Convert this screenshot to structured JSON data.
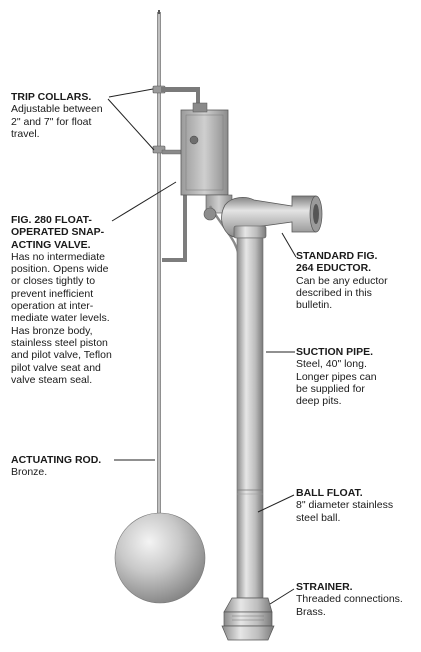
{
  "callouts": {
    "trip_collars": {
      "title": "TRIP COLLARS.",
      "text": "Adjustable between\n2\" and 7\" for float\ntravel."
    },
    "valve": {
      "title": "FIG. 280 FLOAT-\nOPERATED SNAP-\nACTING VALVE.",
      "text": "Has no intermediate\nposition.  Opens wide\nor closes tightly to\nprevent inefficient\noperation at inter-\nmediate water levels.\nHas bronze body,\nstainless steel piston\nand pilot valve, Teflon\npilot valve seat and\nvalve steam seal."
    },
    "actuating_rod": {
      "title": "ACTUATING ROD.",
      "text": "Bronze."
    },
    "eductor": {
      "title": "STANDARD FIG.\n264 EDUCTOR.",
      "text": "Can be any eductor\ndescribed in this\nbulletin."
    },
    "suction_pipe": {
      "title": "SUCTION PIPE.",
      "text": "Steel, 40\" long.\nLonger pipes can\nbe supplied for\ndeep pits."
    },
    "ball_float": {
      "title": "BALL FLOAT.",
      "text": "8\" diameter stainless\nsteel ball."
    },
    "strainer": {
      "title": "STRAINER.",
      "text": "Threaded connections.\nBrass."
    }
  },
  "colors": {
    "metal_dark": "#6f6f6f",
    "metal_light": "#e2e2e2",
    "leader": "#222222"
  }
}
